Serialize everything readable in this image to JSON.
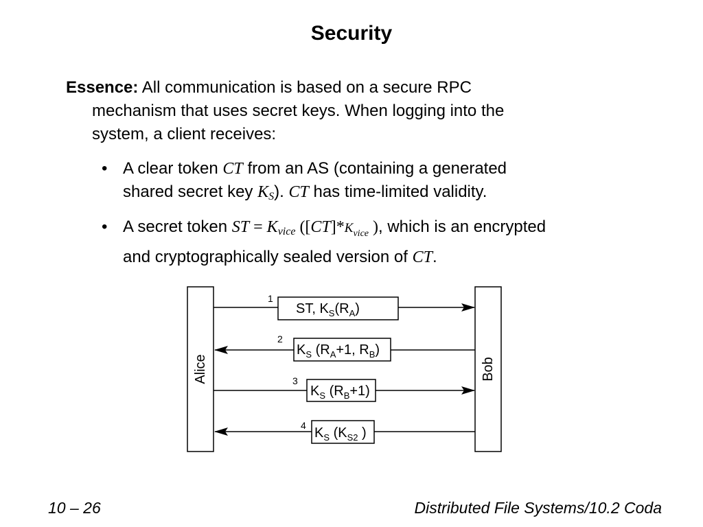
{
  "title": "Security",
  "essence": {
    "label": "Essence:",
    "text_line1": "All communication is based on a secure RPC",
    "text_line2": "mechanism that uses secret keys. When logging into the",
    "text_line3": "system, a client receives:"
  },
  "bullets": [
    {
      "symbol": "•",
      "line1_a": "A clear token ",
      "line1_ct": "CT",
      "line1_b": " from an AS (containing a generated",
      "line2_a": "shared secret key ",
      "line2_k": "K",
      "line2_ksub": "S",
      "line2_close": ").",
      "line2_ct": "CT",
      "line2_b": " has time-limited validity."
    },
    {
      "symbol": "•",
      "line1_a": "A secret token ",
      "line1_st": "ST",
      "line1_eq": " = ",
      "line1_k": "K",
      "line1_ksub": "vice",
      "line1_open": " ([",
      "line1_ct": "CT",
      "line1_star": "]*",
      "line1_k2": "K",
      "line1_k2sub": "vice",
      "line1_close": " )",
      "line1_b": ", which is an encrypted",
      "line2_a": "and cryptographically sealed version of ",
      "line2_ct": "CT",
      "line2_end": "."
    }
  ],
  "diagram": {
    "left_party": "Alice",
    "right_party": "Bob",
    "messages": [
      {
        "num": "1",
        "direction": "right",
        "text": "ST,   K",
        "s1": "S",
        "p1": "(R",
        "s2": "A",
        "p2": ")"
      },
      {
        "num": "2",
        "direction": "left",
        "text": "K",
        "s1": "S",
        "p1": " (R",
        "s2": "A",
        "p2": "+1, R",
        "s3": "B",
        "p3": ")"
      },
      {
        "num": "3",
        "direction": "right",
        "text": "K",
        "s1": "S",
        "p1": " (R",
        "s2": "B",
        "p2": "+1)"
      },
      {
        "num": "4",
        "direction": "left",
        "text": "K",
        "s1": "S",
        "p1": " (K",
        "s2": "S2",
        "p2": " )"
      }
    ]
  },
  "footer": {
    "left": "10 – 26",
    "right": "Distributed File Systems/10.2 Coda"
  }
}
